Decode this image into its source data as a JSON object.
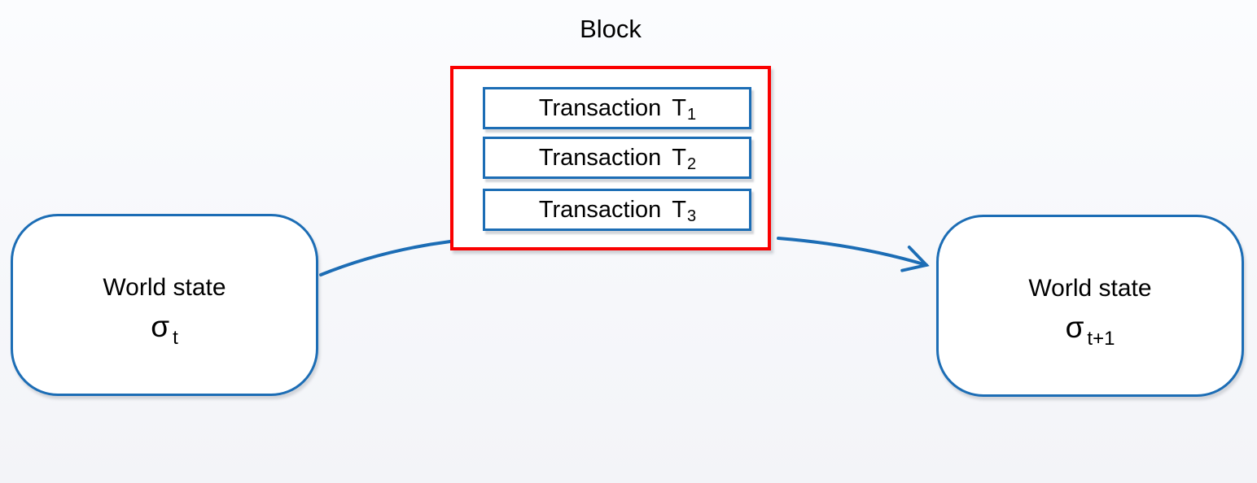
{
  "colors": {
    "accent_blue": "#1C6DB5",
    "accent_red": "#FA0000",
    "text": "#000000",
    "node_fill": "#FFFFFF"
  },
  "block": {
    "label": "Block",
    "transactions": [
      {
        "word": "Transaction",
        "var": "T",
        "sub": "1"
      },
      {
        "word": "Transaction",
        "var": "T",
        "sub": "2"
      },
      {
        "word": "Transaction",
        "var": "T",
        "sub": "3"
      }
    ]
  },
  "left_state": {
    "title": "World state",
    "symbol": "σ",
    "sub": "t"
  },
  "right_state": {
    "title": "World state",
    "symbol": "σ",
    "sub": "t+1"
  }
}
